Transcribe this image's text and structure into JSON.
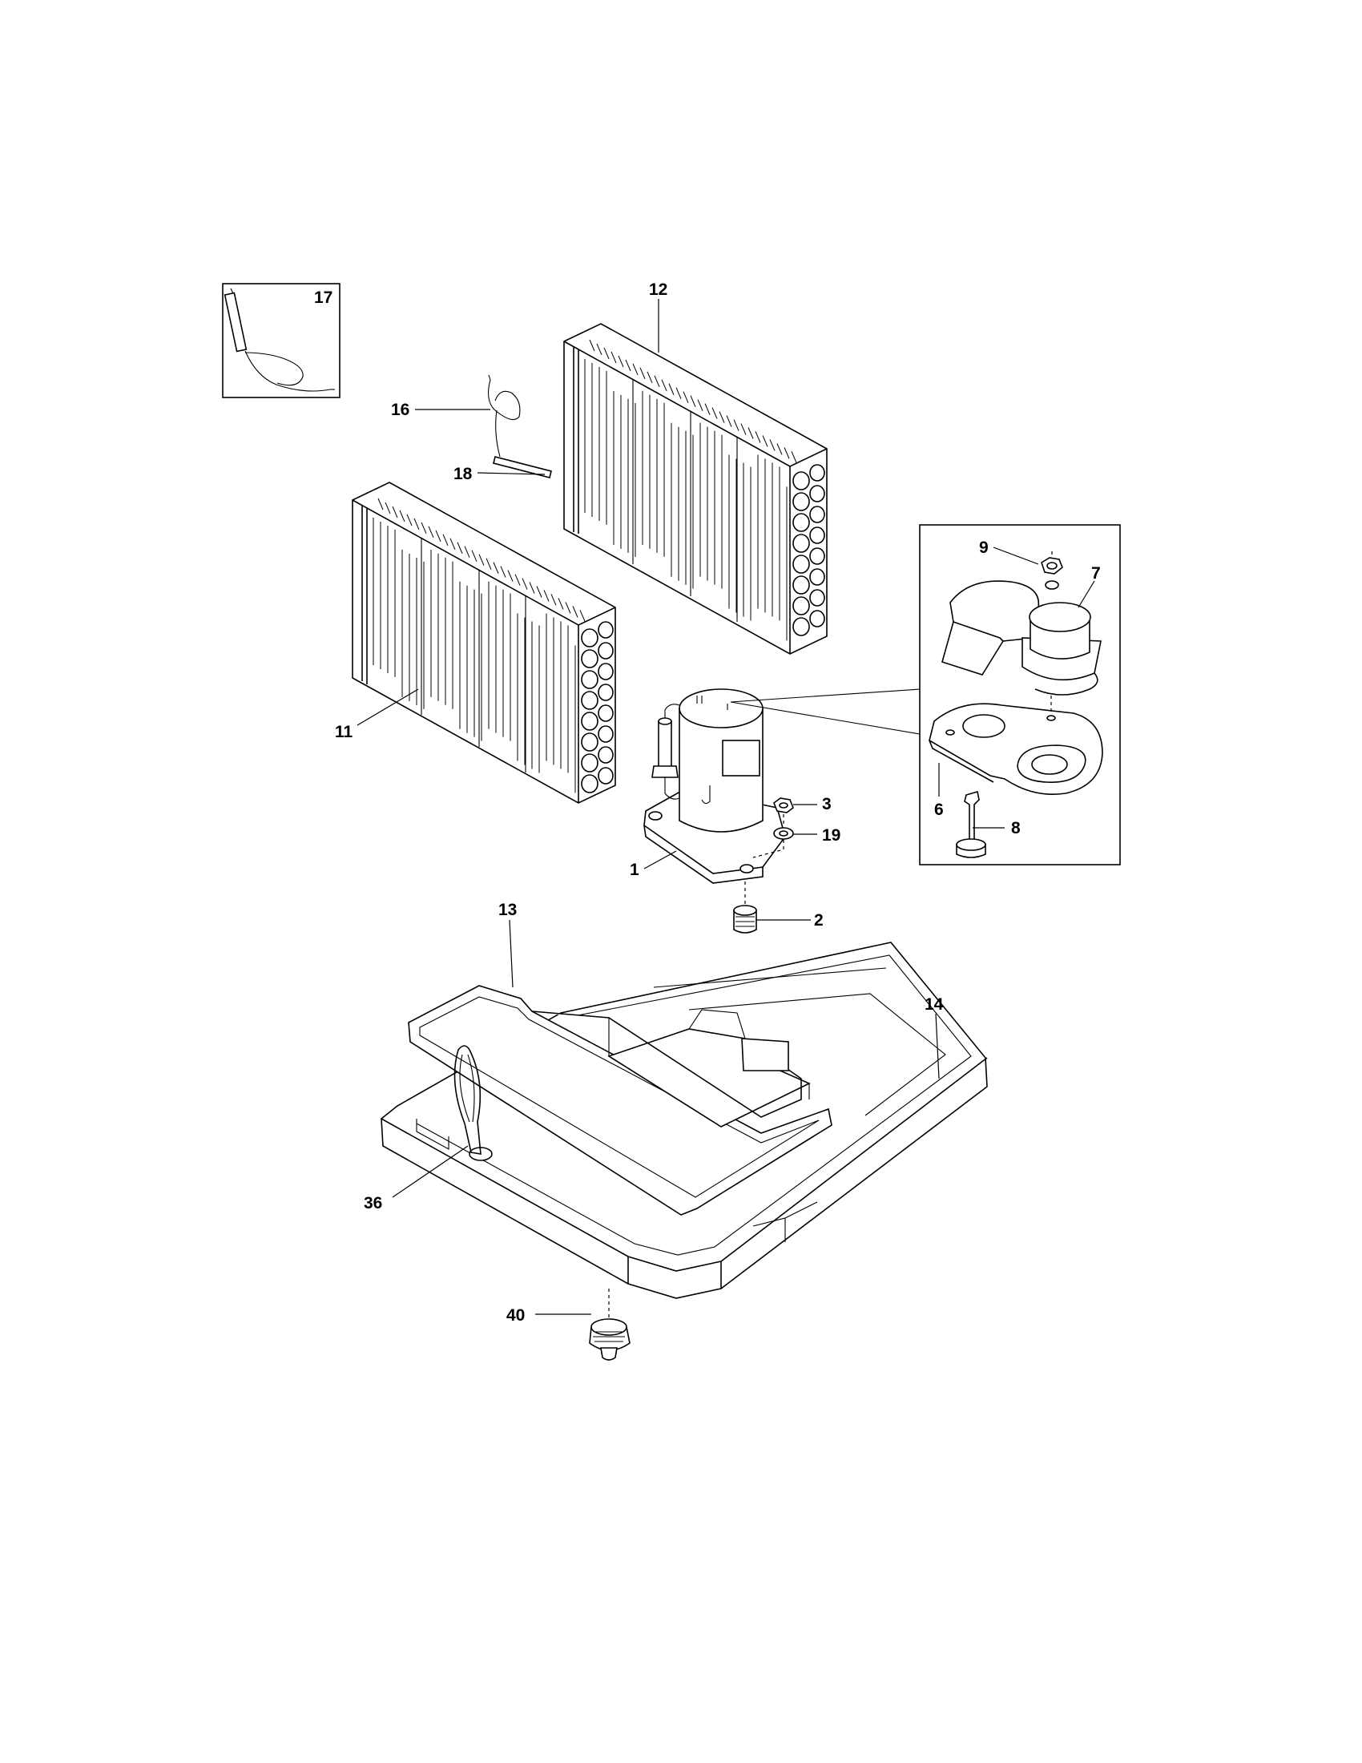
{
  "callouts": {
    "c1": "1",
    "c2": "2",
    "c3": "3",
    "c6": "6",
    "c7": "7",
    "c8": "8",
    "c9": "9",
    "c11": "11",
    "c12": "12",
    "c13": "13",
    "c14": "14",
    "c16": "16",
    "c17": "17",
    "c18": "18",
    "c19": "19",
    "c36": "36",
    "c40": "40"
  }
}
